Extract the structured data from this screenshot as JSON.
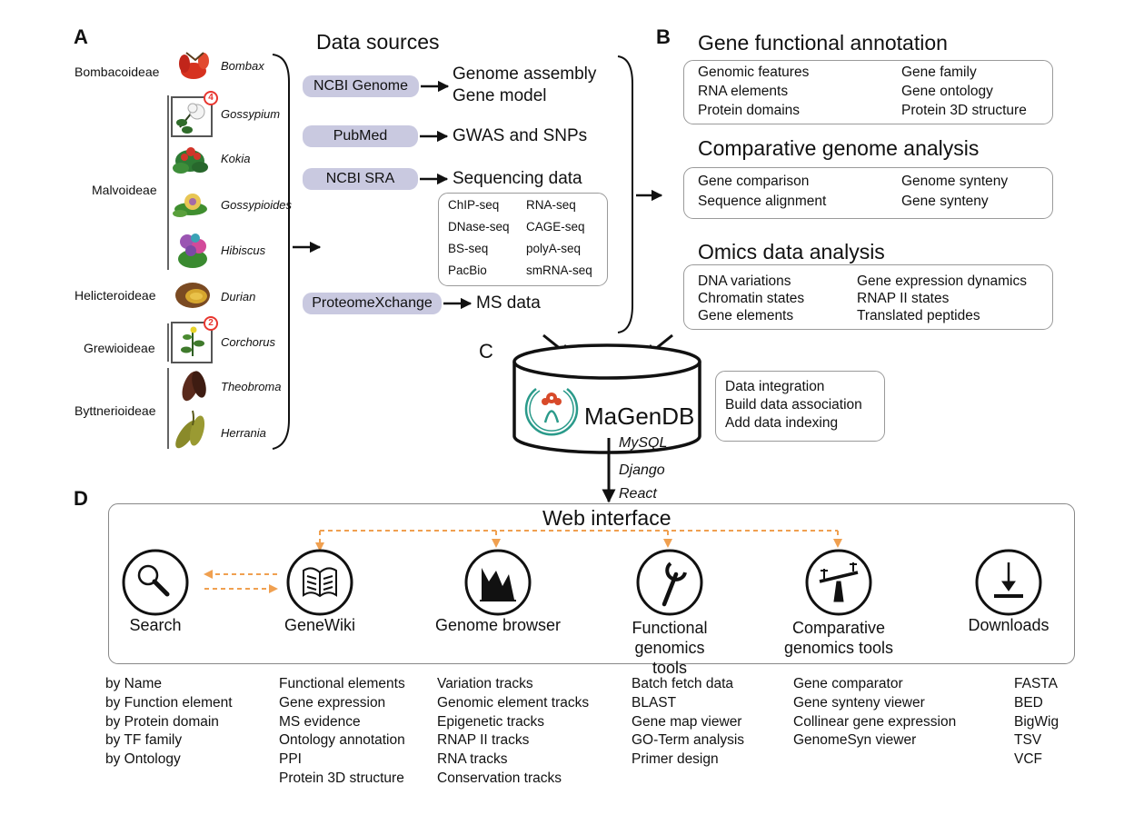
{
  "panel_labels": {
    "a": "A",
    "b": "B",
    "c": "C",
    "d": "D"
  },
  "phylogeny": {
    "clades": [
      "Bombacoideae",
      "Malvoideae",
      "Helicteroideae",
      "Grewioideae",
      "Byttnerioideae"
    ],
    "genera": [
      "Bombax",
      "Gossypium",
      "Kokia",
      "Gossypioides",
      "Hibiscus",
      "Durian",
      "Corchorus",
      "Theobroma",
      "Herrania"
    ],
    "badges": {
      "gossypium": "4",
      "corchorus": "2"
    }
  },
  "data_sources": {
    "title": "Data sources",
    "pills": [
      "NCBI Genome",
      "PubMed",
      "NCBI SRA",
      "ProteomeXchange"
    ],
    "ncbi_genome_outputs": [
      "Genome assembly",
      "Gene model"
    ],
    "pubmed_output": "GWAS and SNPs",
    "sra_output": "Sequencing data",
    "seq_types": [
      "ChIP-seq",
      "RNA-seq",
      "DNase-seq",
      "CAGE-seq",
      "BS-seq",
      "polyA-seq",
      "PacBio",
      "smRNA-seq"
    ],
    "proteome_output": "MS data"
  },
  "panel_b": {
    "gene_functional_annotation": {
      "title": "Gene functional annotation",
      "items": [
        "Genomic features",
        "Gene family",
        "RNA elements",
        "Gene ontology",
        "Protein domains",
        "Protein 3D structure"
      ]
    },
    "comparative_genome_analysis": {
      "title": "Comparative genome analysis",
      "items": [
        "Gene comparison",
        "Genome synteny",
        "Sequence alignment",
        "Gene synteny"
      ]
    },
    "omics_data_analysis": {
      "title": "Omics data analysis",
      "items": [
        "DNA variations",
        "Gene expression dynamics",
        "Chromatin states",
        "RNAP II states",
        "Gene elements",
        "Translated peptides"
      ]
    }
  },
  "database": {
    "name": "MaGenDB",
    "tech": [
      "MySQL",
      "Django",
      "React"
    ],
    "processing": [
      "Data integration",
      "Build data association",
      "Add data indexing"
    ]
  },
  "web_interface": {
    "title": "Web interface",
    "modules": [
      {
        "label": "Search",
        "icon": "magnifier-icon"
      },
      {
        "label": "GeneWiki",
        "icon": "open-book-icon"
      },
      {
        "label": "Genome browser",
        "icon": "browser-chart-icon"
      },
      {
        "label": "Functional genomics tools",
        "icon": "wrench-icon"
      },
      {
        "label": "Comparative genomics tools",
        "icon": "balance-scale-icon"
      },
      {
        "label": "Downloads",
        "icon": "download-icon"
      }
    ],
    "lists": {
      "search": [
        "by Name",
        "by Function element",
        "by Protein domain",
        "by TF family",
        "by Ontology"
      ],
      "genewiki": [
        "Functional elements",
        "Gene expression",
        "MS evidence",
        "Ontology annotation",
        "PPI",
        "Protein 3D structure"
      ],
      "genome_browser": [
        "Variation tracks",
        "Genomic element tracks",
        "Epigenetic tracks",
        "RNAP II tracks",
        "RNA tracks",
        "Conservation tracks"
      ],
      "functional": [
        "Batch fetch data",
        "BLAST",
        "Gene map viewer",
        "GO-Term analysis",
        "Primer design"
      ],
      "comparative": [
        "Gene comparator",
        "Gene synteny viewer",
        "Collinear gene expression",
        "GenomeSyn viewer"
      ],
      "downloads": [
        "FASTA",
        "BED",
        "BigWig",
        "TSV",
        "VCF"
      ]
    }
  },
  "colors": {
    "pill": "#c9c9e0",
    "box_border": "#9a9a9a",
    "dashed_arrow": "#f0a050",
    "badge": "#e8362f",
    "database_logo": "#2a9a8a",
    "database_logo_flower": "#d84a2a"
  }
}
